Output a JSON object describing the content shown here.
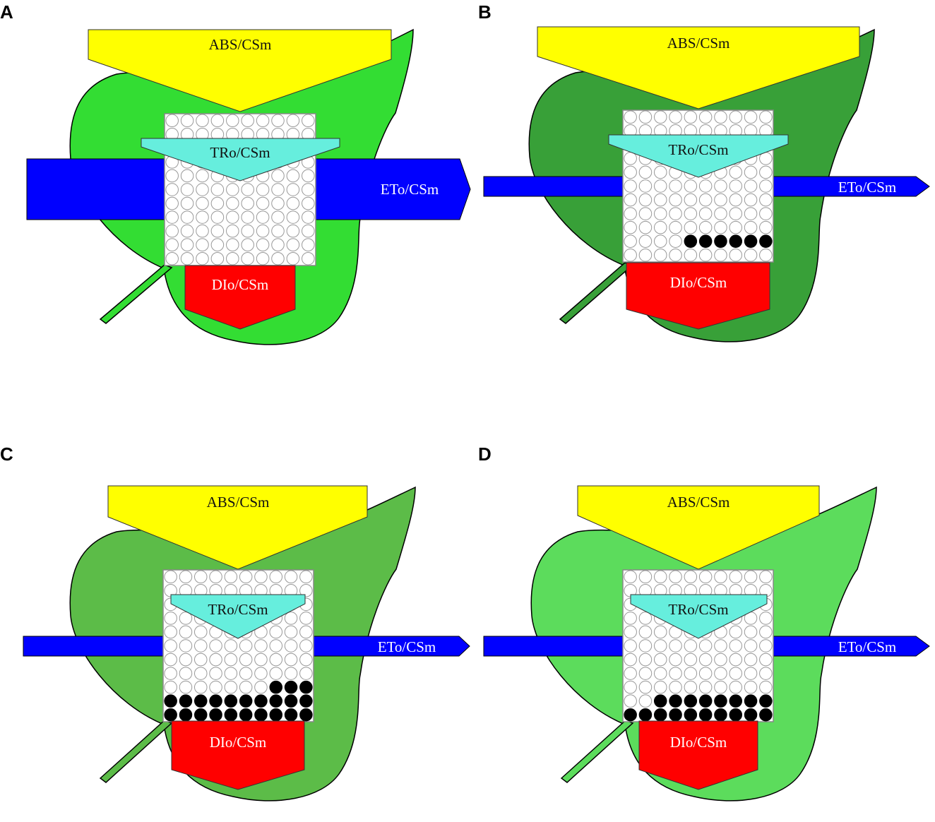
{
  "panels": [
    {
      "letter": "A",
      "leaf_color": "#33dd33",
      "labels": {
        "abs": "ABS/CSm",
        "tro": "TRo/CSm",
        "eto": "ETo/CSm",
        "dio": "DIo/CSm"
      },
      "closed_centers": []
    },
    {
      "letter": "B",
      "leaf_color": "#38a038",
      "labels": {
        "abs": "ABS/CSm",
        "tro": "TRo/CSm",
        "eto": "ETo/CSm",
        "dio": "DIo/CSm"
      },
      "closed_centers": [
        [
          9,
          4
        ],
        [
          9,
          5
        ],
        [
          9,
          6
        ],
        [
          9,
          7
        ],
        [
          9,
          8
        ],
        [
          9,
          9
        ]
      ]
    },
    {
      "letter": "C",
      "leaf_color": "#5cbc48",
      "labels": {
        "abs": "ABS/CSm",
        "tro": "TRo/CSm",
        "eto": "ETo/CSm",
        "dio": "DIo/CSm"
      },
      "closed_centers": [
        [
          8,
          7
        ],
        [
          8,
          8
        ],
        [
          8,
          9
        ],
        [
          9,
          0
        ],
        [
          9,
          1
        ],
        [
          9,
          2
        ],
        [
          9,
          3
        ],
        [
          9,
          4
        ],
        [
          9,
          5
        ],
        [
          9,
          6
        ],
        [
          9,
          7
        ],
        [
          9,
          8
        ],
        [
          9,
          9
        ],
        [
          10,
          0
        ],
        [
          10,
          1
        ],
        [
          10,
          2
        ],
        [
          10,
          3
        ],
        [
          10,
          4
        ],
        [
          10,
          5
        ],
        [
          10,
          6
        ],
        [
          10,
          7
        ],
        [
          10,
          8
        ],
        [
          10,
          9
        ]
      ]
    },
    {
      "letter": "D",
      "leaf_color": "#5cdc5c",
      "labels": {
        "abs": "ABS/CSm",
        "tro": "TRo/CSm",
        "eto": "ETo/CSm",
        "dio": "DIo/CSm"
      },
      "closed_centers": [
        [
          9,
          2
        ],
        [
          9,
          3
        ],
        [
          9,
          4
        ],
        [
          9,
          5
        ],
        [
          9,
          6
        ],
        [
          9,
          7
        ],
        [
          9,
          8
        ],
        [
          9,
          9
        ],
        [
          10,
          0
        ],
        [
          10,
          1
        ],
        [
          10,
          2
        ],
        [
          10,
          3
        ],
        [
          10,
          4
        ],
        [
          10,
          5
        ],
        [
          10,
          6
        ],
        [
          10,
          7
        ],
        [
          10,
          8
        ],
        [
          10,
          9
        ]
      ]
    }
  ],
  "colors": {
    "abs": "#ffff00",
    "tro": "#66eedd",
    "eto": "#0000ff",
    "dio": "#ff0000",
    "open_center_stroke": "#999999",
    "closed_center": "#000000"
  }
}
